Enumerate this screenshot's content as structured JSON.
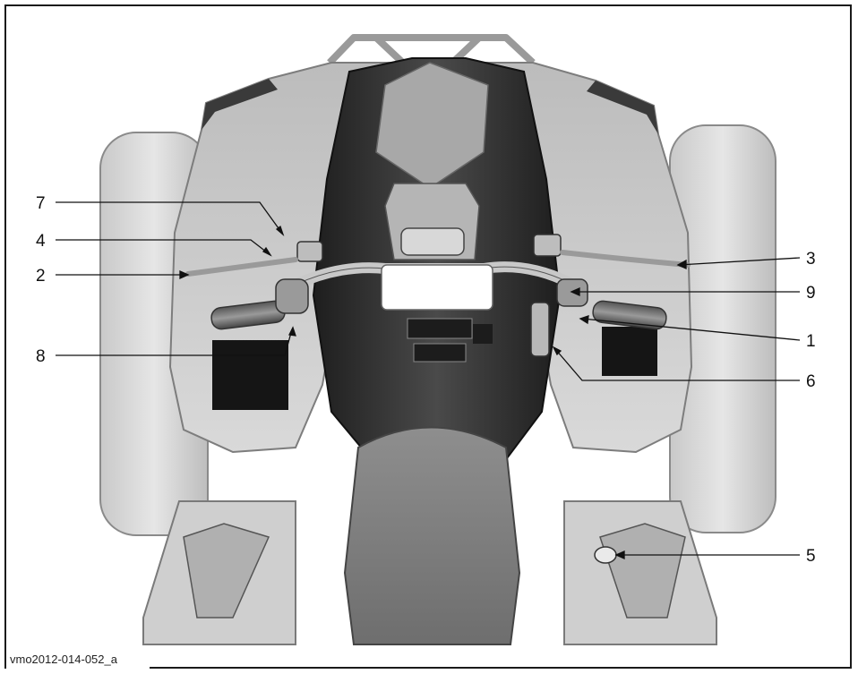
{
  "figure": {
    "id_label": "vmo2012-014-052_a"
  },
  "callouts": [
    "7",
    "4",
    "2",
    "8",
    "3",
    "9",
    "1",
    "6",
    "5"
  ],
  "colors": {
    "frame": "#1a1a1a",
    "vehicle_light": "#d6d6d6",
    "vehicle_mid": "#9a9a9a",
    "vehicle_dark": "#2c2c2c",
    "line": "#111111"
  }
}
